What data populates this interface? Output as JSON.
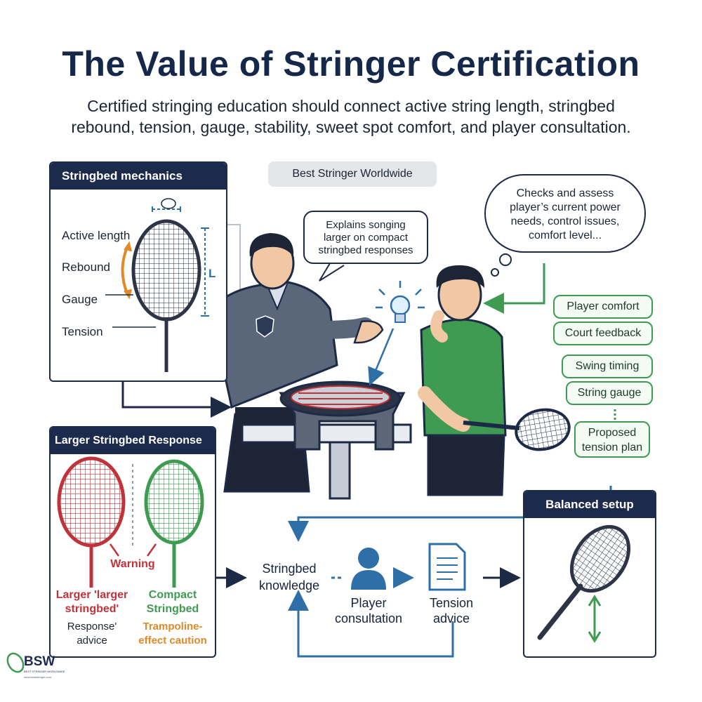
{
  "header": {
    "title": "The Value of Stringer Certification",
    "subtitle_line1": "Certified stringing education should connect active string length, stringbed",
    "subtitle_line2": "rebound, tension, gauge, stability, sweet spot comfort, and player consultation."
  },
  "mechanics_panel": {
    "title": "Stringbed mechanics",
    "labels": [
      "Active length",
      "Rebound",
      "Gauge",
      "Tension"
    ],
    "dimension_label": "L"
  },
  "badge": {
    "label": "Best Stringer Worldwide"
  },
  "speech_bubble": {
    "lines": [
      "Explains songing",
      "larger on compact",
      "stringbed responses"
    ]
  },
  "thought_bubble": {
    "lines": [
      "Checks and assess",
      "player’s current power",
      "needs, control issues,",
      "comfort level..."
    ]
  },
  "feedback_items": [
    "Player comfort",
    "Court feedback",
    "Swing timing",
    "String gauge"
  ],
  "proposed_plan": {
    "line1": "Proposed",
    "line2": "tension plan"
  },
  "response_panel": {
    "title": "Larger Stringbed Response",
    "warning": "Warning",
    "left_lines": [
      "Larger 'larger",
      "stringbed'"
    ],
    "left_sub": [
      "Response'",
      "advice"
    ],
    "right_lines": [
      "Compact",
      "Stringbed"
    ],
    "right_sub": [
      "Trampoline-",
      "effect caution"
    ]
  },
  "flow": {
    "knowledge": [
      "Stringbed",
      "knowledge"
    ],
    "consultation": [
      "Player",
      "consultation"
    ],
    "advice": [
      "Tension",
      "advice"
    ]
  },
  "balanced_panel": {
    "title": "Balanced setup"
  },
  "logo": {
    "text": "BSW",
    "tagline": "BEST STRINGER WORLDWIDE",
    "url": "www.beststringer.com"
  },
  "colors": {
    "navy": "#1c2b4c",
    "accent_blue": "#2f6fa8",
    "green": "#3f9a52",
    "red": "#c0333a",
    "orange": "#e08a2a"
  }
}
